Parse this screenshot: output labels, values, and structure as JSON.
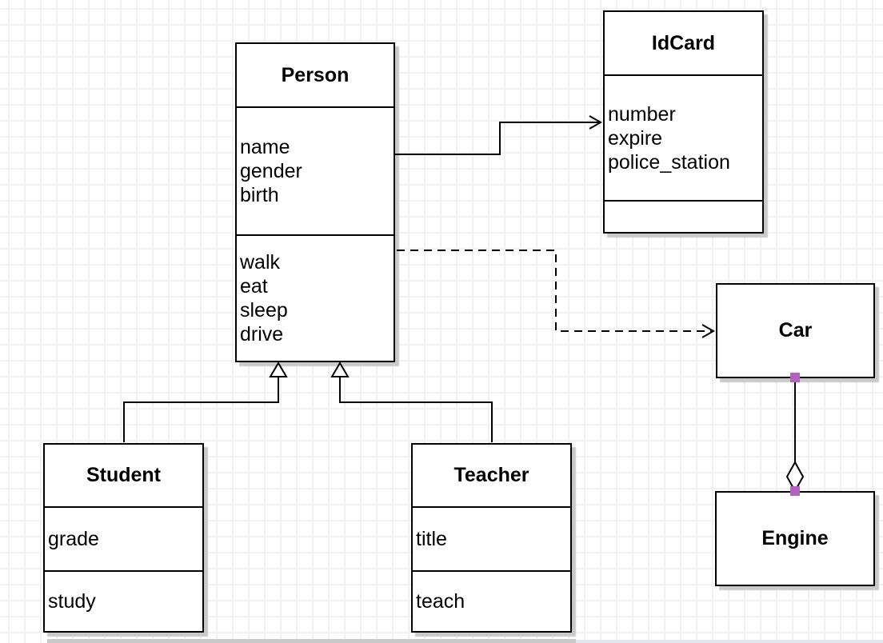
{
  "diagram_type": "uml-class-diagram",
  "classes": {
    "person": {
      "title": "Person",
      "attributes": [
        "name",
        "gender",
        "birth"
      ],
      "methods": [
        "walk",
        "eat",
        "sleep",
        "drive"
      ]
    },
    "idcard": {
      "title": "IdCard",
      "attributes": [
        "number",
        "expire",
        "police_station"
      ],
      "methods": []
    },
    "student": {
      "title": "Student",
      "attributes": [
        "grade"
      ],
      "methods": [
        "study"
      ]
    },
    "teacher": {
      "title": "Teacher",
      "attributes": [
        "title"
      ],
      "methods": [
        "teach"
      ]
    },
    "car": {
      "title": "Car",
      "attributes": [],
      "methods": []
    },
    "engine": {
      "title": "Engine",
      "attributes": [],
      "methods": []
    }
  },
  "relations": [
    {
      "from": "Person",
      "to": "IdCard",
      "type": "association",
      "line": "solid",
      "end": "open-arrow"
    },
    {
      "from": "Person",
      "to": "Car",
      "type": "dependency",
      "line": "dashed",
      "end": "open-arrow"
    },
    {
      "from": "Student",
      "to": "Person",
      "type": "generalization",
      "line": "solid",
      "end": "hollow-triangle"
    },
    {
      "from": "Teacher",
      "to": "Person",
      "type": "generalization",
      "line": "solid",
      "end": "hollow-triangle"
    },
    {
      "from": "Car",
      "to": "Engine",
      "type": "aggregation",
      "line": "solid",
      "end": "hollow-diamond",
      "diamond_at": "Engine",
      "fixed_connection_points": true
    }
  ],
  "colors": {
    "canvasBg": "#ffffff",
    "gridLine": "#f1f1f4",
    "boxBorder": "#000000",
    "boxFill": "#ffffff",
    "shadow": "#c9c9c9",
    "connectionPoint": "#b163be",
    "pageEdge": "#c9c9c9",
    "pageEdgeLight": "#e3e6ea"
  }
}
